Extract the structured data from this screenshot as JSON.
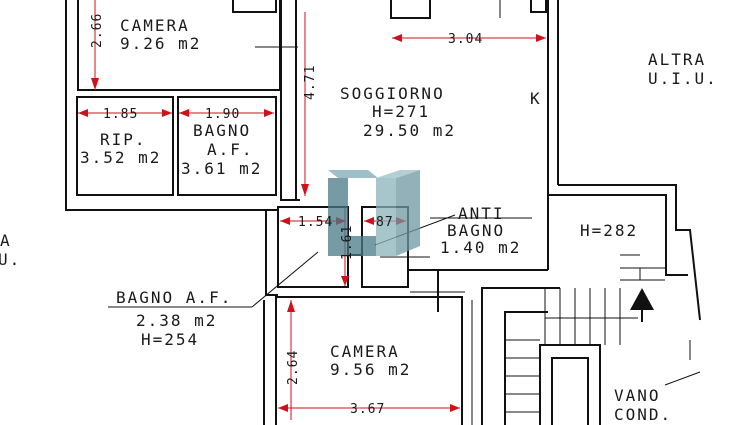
{
  "rooms": {
    "camera_top": {
      "name": "CAMERA",
      "area": "9.26 m2"
    },
    "rip": {
      "name": "RIP.",
      "area": "3.52 m2"
    },
    "bagno_af_top": {
      "name_line1": "BAGNO",
      "name_line2": "A.F.",
      "area": "3.61 m2"
    },
    "soggiorno": {
      "name": "SOGGIORNO",
      "height": "H=271",
      "area": "29.50 m2",
      "kitchen_mark": "K"
    },
    "altra_uiu": {
      "line1": "ALTRA",
      "line2": "U.I.U."
    },
    "altra_uiu_left": {
      "line1": "A",
      "line2": "U."
    },
    "anti_bagno": {
      "line1": "ANTI",
      "line2": "BAGNO",
      "area": "1.40 m2"
    },
    "bagno_af_bottom": {
      "name": "BAGNO A.F.",
      "area": "2.38 m2",
      "height": "H=254"
    },
    "camera_bottom": {
      "name": "CAMERA",
      "area": "9.56 m2"
    },
    "stair_landing": {
      "height": "H=282"
    },
    "vano_cond": {
      "line1": "VANO",
      "line2": "COND."
    }
  },
  "dimensions": {
    "camera_top_height": "2.66",
    "rip_width": "1.85",
    "bagno_top_width": "1.90",
    "corridor_length": "4.71",
    "soggiorno_width": "3.04",
    "bagno_bottom_width": "1.54",
    "anti_bagno_width": "87",
    "bagno_bottom_height": "1.61",
    "camera_bottom_height": "2.64",
    "camera_bottom_width": "3.67"
  },
  "colors": {
    "wall": "#111111",
    "dimension": "#d0101a",
    "watermark": "#4a7a86"
  },
  "icons": {
    "watermark": "agency-logo-watermark",
    "stair_arrow": "stair-direction-arrow-icon"
  }
}
